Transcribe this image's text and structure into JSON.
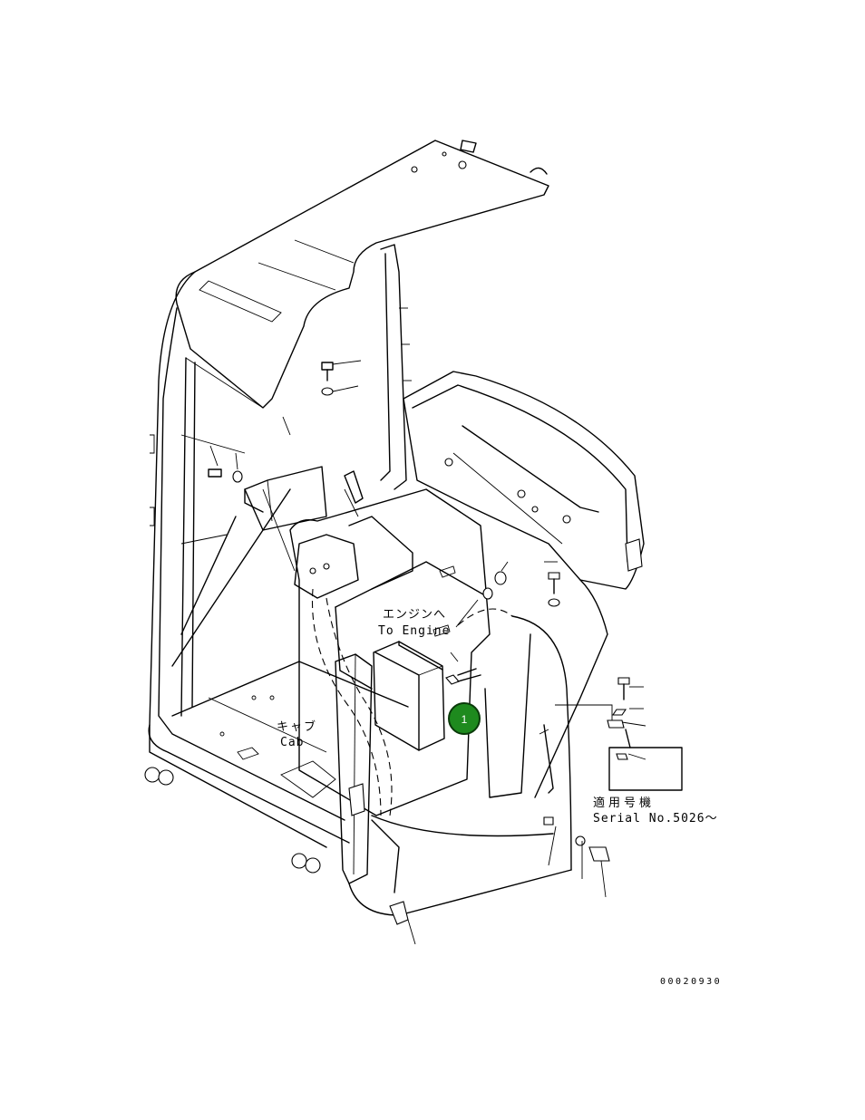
{
  "labels": {
    "engine_jp": "エンジンへ",
    "engine_en": "To Engine",
    "cab_jp": "キャブ",
    "cab_en": "Cab",
    "serial_jp": "適用号機",
    "serial_en": "Serial No.5026～",
    "drawing_number": "00020930"
  },
  "callouts": [
    {
      "number": "1",
      "color": "#1e8a1e"
    }
  ]
}
